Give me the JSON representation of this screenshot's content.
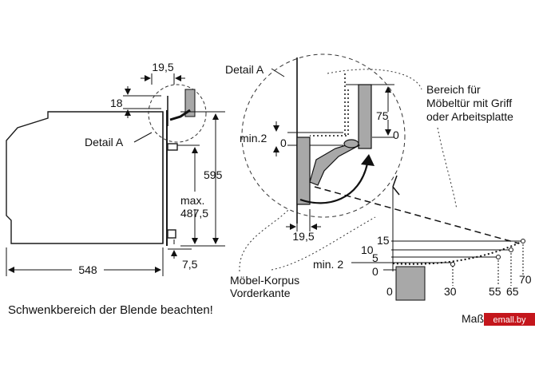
{
  "labels": {
    "detail_a_left": "Detail A",
    "detail_a_top": "Detail A",
    "region_line1": "Bereich für",
    "region_line2": "Möbeltür mit Griff",
    "region_line3": "oder Arbeitsplatte",
    "korpus_line1": "Möbel-Korpus",
    "korpus_line2": "Vorderkante",
    "caption": "Schwenkbereich der Blende beachten!",
    "mass_partial": "Maße in mm"
  },
  "dimensions": {
    "d_19_5_top": "19,5",
    "d_18": "18",
    "d_595": "595",
    "d_max": "max.",
    "d_487_5": "487,5",
    "d_548": "548",
    "d_7_5": "7,5",
    "d_min2_detail": "min.2",
    "d_0_detail": "0",
    "d_75": "75",
    "d_0_right": "0",
    "d_19_5_detail": "19,5"
  },
  "swing_chart": {
    "y_ticks": [
      "15",
      "10",
      "5",
      "min. 2",
      "0"
    ],
    "x_ticks": [
      "0",
      "30",
      "55",
      "65",
      "70"
    ]
  },
  "watermark": "emall.by",
  "colors": {
    "panel": "#a8a8a8",
    "line": "#1a1a1a",
    "watermark_bg": "#c4161c"
  }
}
